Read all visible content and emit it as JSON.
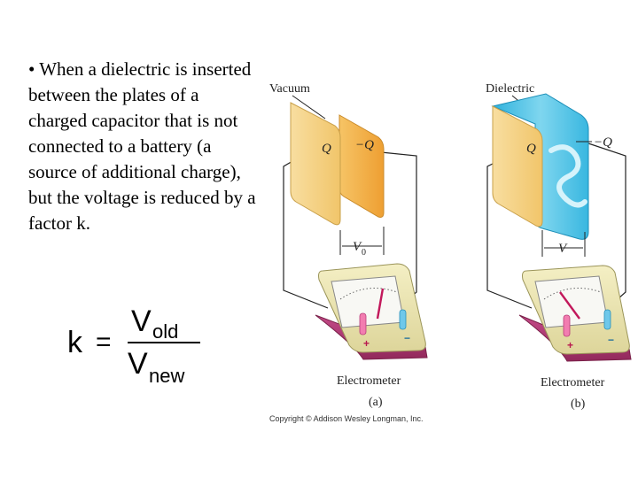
{
  "text": {
    "bullet": "• When a dielectric is inserted between the plates of a charged capacitor that is not connected to a battery (a source of additional charge), but the voltage is reduced by a factor k."
  },
  "formula": {
    "lhs": "k",
    "equals": "=",
    "num_V": "V",
    "num_sub": "old",
    "den_V": "V",
    "den_sub": "new"
  },
  "diagram": {
    "a": {
      "title": "Vacuum",
      "plate_left": "Q",
      "plate_right": "−Q",
      "voltage_V": "V",
      "voltage_sub": "0",
      "meter_label": "Electrometer",
      "panel_label": "(a)",
      "plus": "+",
      "minus": "−"
    },
    "b": {
      "title": "Dielectric",
      "plate_left": "Q",
      "plate_right": "−Q",
      "voltage_V": "V",
      "meter_label": "Electrometer",
      "panel_label": "(b)",
      "plus": "+",
      "minus": "−"
    },
    "copyright": "Copyright © Addison Wesley Longman, Inc."
  },
  "colors": {
    "plate_left": "#f5d28a",
    "plate_right": "#f2b04a",
    "dielectric": "#4fc3e6",
    "meter_body": "#ece6b4",
    "meter_base": "#b83a78",
    "needle": "#c2185b"
  }
}
